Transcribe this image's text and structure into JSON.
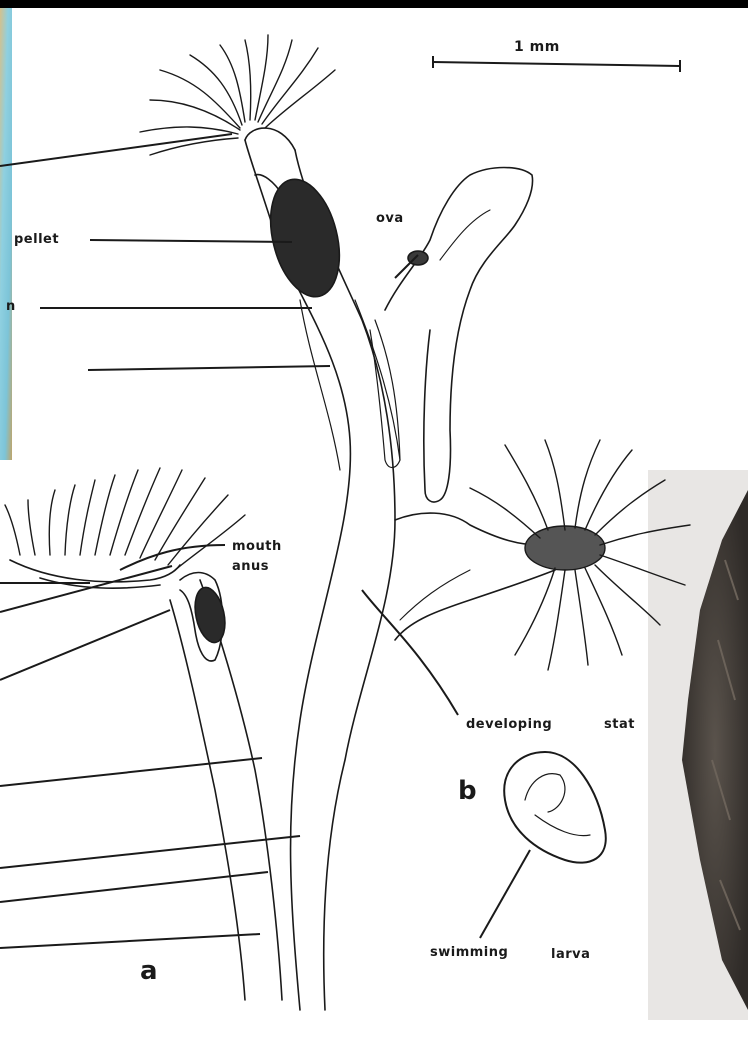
{
  "labels": {
    "scale": "1 mm",
    "ova": "ova",
    "pellet": "pellet",
    "n": "n",
    "mouth": "mouth",
    "anus": "anus",
    "developing": "developing",
    "stat": "stat",
    "swimming": "swimming",
    "larva": "larva",
    "panel_a": "a",
    "panel_b": "b"
  },
  "colors": {
    "ink": "#1a1a1a",
    "map_blue": "#7cc4d8",
    "map_tan": "#c9b27a",
    "fossil_dark": "#3b3632",
    "fossil_bg": "#e8e6e4"
  }
}
